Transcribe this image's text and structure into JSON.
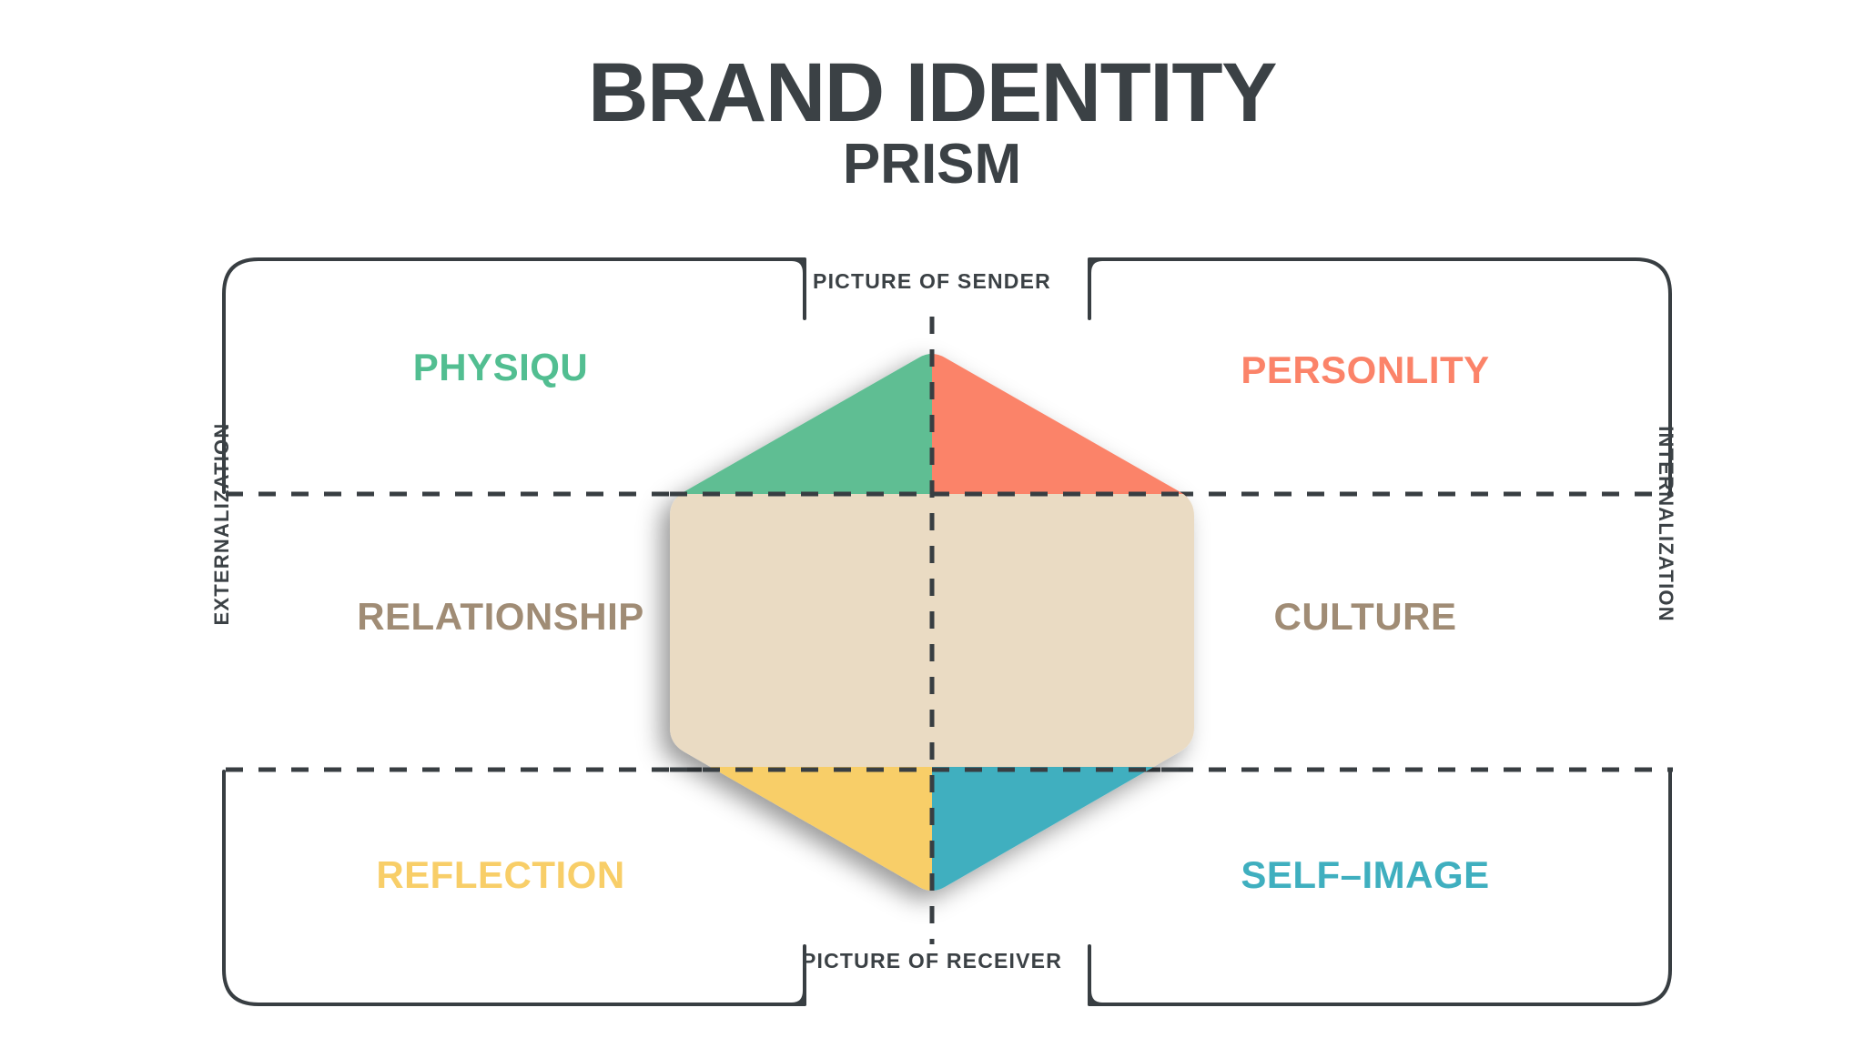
{
  "header": {
    "title_main": "BRAND IDENTITY",
    "title_sub": "PRISM"
  },
  "axes": {
    "top": "PICTURE OF SENDER",
    "bottom": "PICTURE OF RECEIVER",
    "left": "EXTERNALIZATION",
    "right": "INTERNALIZATION"
  },
  "facets": {
    "top_left": {
      "label": "PHYSIQU",
      "color": "#52BE91"
    },
    "top_right": {
      "label": "PERSONLITY",
      "color": "#FB8369"
    },
    "middle_left": {
      "label": "RELATIONSHIP",
      "color": "#A08C75"
    },
    "middle_right": {
      "label": "CULTURE",
      "color": "#A08C75"
    },
    "bottom_left": {
      "label": "REFLECTION",
      "color": "#F8CE68"
    },
    "bottom_right": {
      "label": "SELF–IMAGE",
      "color": "#3FAFBF"
    }
  },
  "prism": {
    "segment_colors": {
      "top_left": "#5FBE93",
      "top_right": "#FB8369",
      "middle": "#EADBC3",
      "bottom_left": "#F8CE68",
      "bottom_right": "#3FAFBF"
    },
    "outline_color": "#383E42",
    "divider_color": "#383E42",
    "background": "#FFFFFF"
  }
}
